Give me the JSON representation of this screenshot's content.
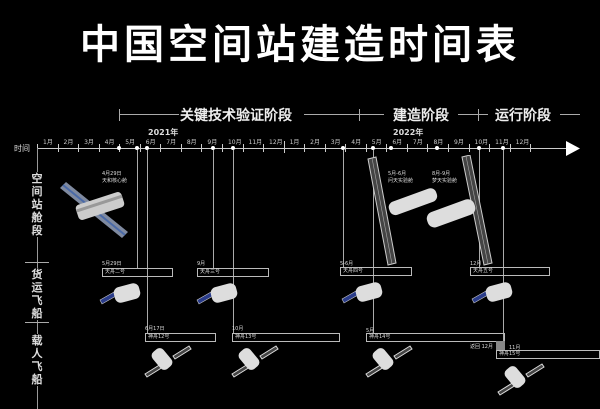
{
  "title": "中国空间站建造时间表",
  "axis_label": "时间",
  "phases": [
    "关键技术验证阶段",
    "建造阶段",
    "运行阶段"
  ],
  "years": [
    "2021年",
    "2022年"
  ],
  "months_2021": [
    "1月",
    "2月",
    "3月",
    "4月",
    "5月",
    "6月",
    "7月",
    "8月",
    "9月",
    "10月",
    "11月",
    "12月"
  ],
  "months_2022": [
    "1月",
    "2月",
    "3月",
    "4月",
    "5月",
    "6月",
    "7月",
    "8月",
    "9月",
    "10月",
    "11月",
    "12月"
  ],
  "rows": [
    "空间站舱段",
    "货运飞船",
    "载人飞船"
  ],
  "modules": [
    {
      "date": "4月29日",
      "name": "天和核心舱"
    },
    {
      "date": "5月-6月",
      "name": "问天实验舱"
    },
    {
      "date": "8月-9月",
      "name": "梦天实验舱"
    }
  ],
  "cargo": [
    {
      "date": "5月29日",
      "name": "天舟二号"
    },
    {
      "date": "9月",
      "name": "天舟三号"
    },
    {
      "date": "5-6月",
      "name": "天舟四号"
    },
    {
      "date": "12月",
      "name": "天舟五号"
    }
  ],
  "crewed": [
    {
      "date": "6月17日",
      "name": "神舟12号"
    },
    {
      "date": "10月",
      "name": "神舟13号"
    },
    {
      "date": "5月",
      "name": "神舟14号"
    },
    {
      "date": "11月",
      "name": "神舟15号"
    }
  ],
  "return_note": "返回 12月"
}
